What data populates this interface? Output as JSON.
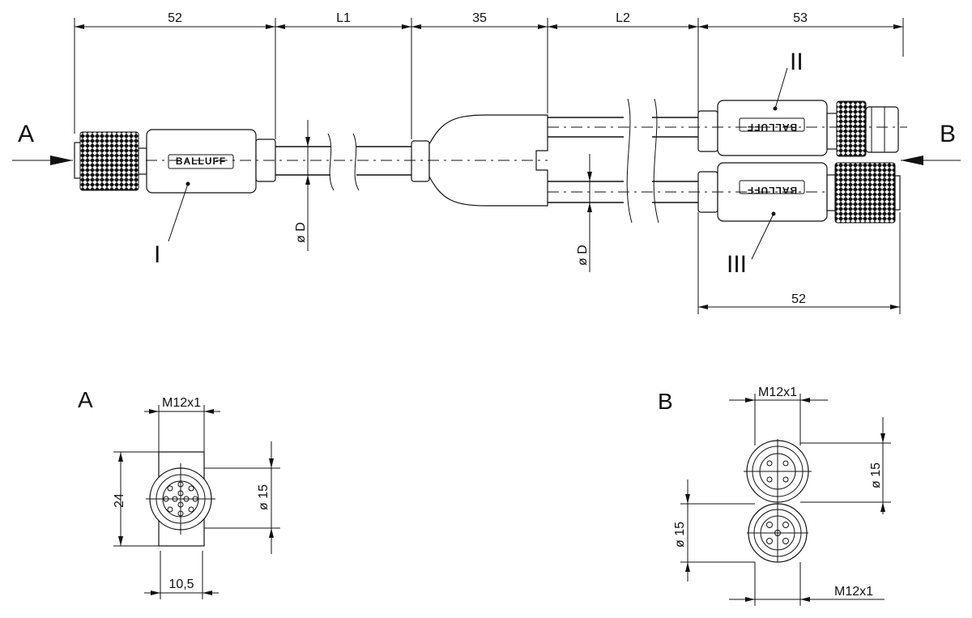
{
  "dimensions": {
    "top_52": "52",
    "l1": "L1",
    "mid_35": "35",
    "l2": "L2",
    "top_53": "53",
    "bottom_52": "52",
    "dia_d_left": "ø D",
    "dia_d_right": "ø D"
  },
  "labels": {
    "view_a": "A",
    "view_b": "B",
    "part_i": "I",
    "part_ii": "II",
    "part_iii": "III"
  },
  "logo_text": "BALLUFF",
  "view_a": {
    "title": "A",
    "thread": "M12x1",
    "height": "24",
    "diameter": "ø 15",
    "width": "10,5"
  },
  "view_b": {
    "title": "B",
    "thread_top": "M12x1",
    "thread_bottom": "M12x1",
    "diameter_top": "ø 15",
    "diameter_bottom": "ø 15"
  }
}
